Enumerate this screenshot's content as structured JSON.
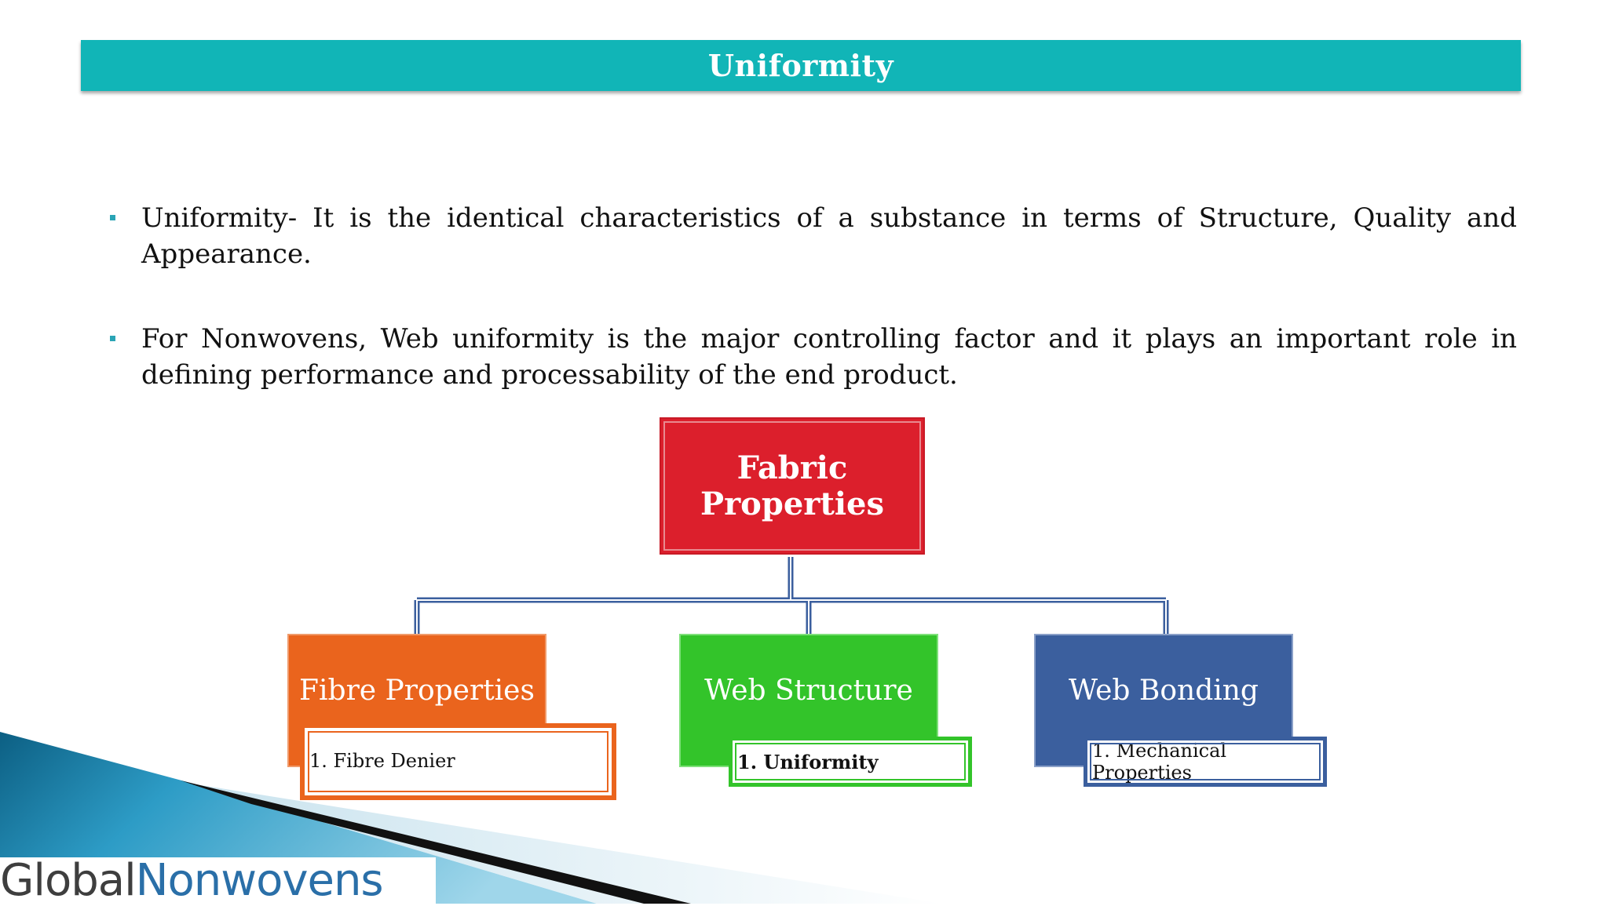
{
  "header": {
    "title": "Uniformity"
  },
  "bullets": [
    "Uniformity- It is the identical characteristics of a substance in terms of Structure, Quality and Appearance.",
    "For Nonwovens, Web uniformity is the major controlling factor and it plays an important role in defining performance and processability of the end product."
  ],
  "diagram": {
    "root": {
      "line1": "Fabric",
      "line2": "Properties",
      "color": "#dc1f2c"
    },
    "children": [
      {
        "label": "Fibre Properties",
        "sub": "1. Fibre Denier",
        "color": "#ea641d"
      },
      {
        "label": "Web Structure",
        "sub": "1. Uniformity",
        "color": "#33c42a"
      },
      {
        "label": "Web Bonding",
        "sub": "1. Mechanical Properties",
        "color": "#3b5f9e"
      }
    ],
    "connector_color": "#3b5f9e"
  },
  "footer": {
    "logo_part1": "Global",
    "logo_part2": "Nonwovens"
  },
  "colors": {
    "title_bar": "#11b5b7",
    "bullet_marker": "#2aa4b5"
  }
}
